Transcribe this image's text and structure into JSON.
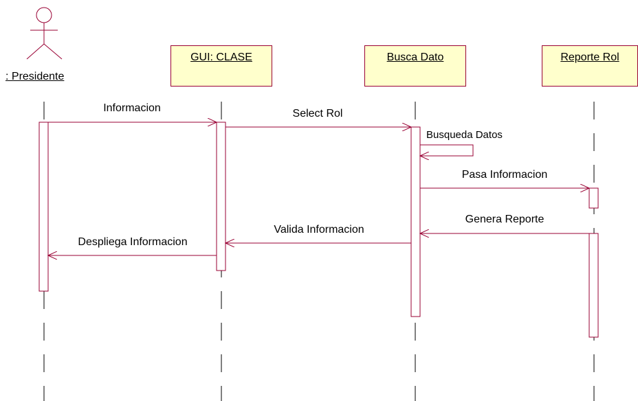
{
  "actor": {
    "name": ": Presidente"
  },
  "objects": [
    {
      "name": "GUI: CLASE"
    },
    {
      "name": "Busca Dato"
    },
    {
      "name": "Reporte Rol"
    }
  ],
  "messages": [
    {
      "label": "Informacion"
    },
    {
      "label": "Select Rol"
    },
    {
      "label": "Busqueda Datos"
    },
    {
      "label": "Pasa Informacion"
    },
    {
      "label": "Genera Reporte"
    },
    {
      "label": "Valida Informacion"
    },
    {
      "label": "Despliega Informacion"
    }
  ],
  "colors": {
    "line": "#990033",
    "object_fill": "#ffffcc",
    "activation_fill": "#ffffff",
    "lifeline": "#000000"
  }
}
